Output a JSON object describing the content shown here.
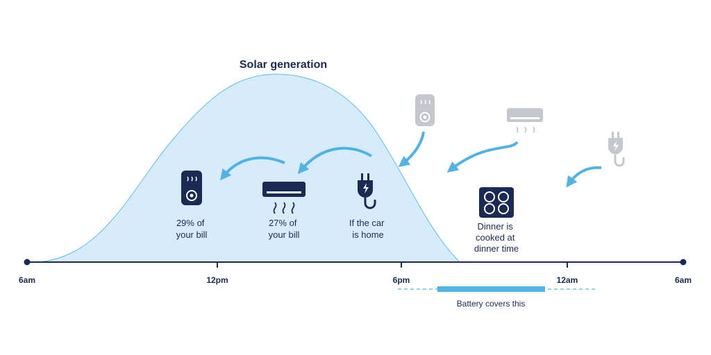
{
  "title": "Solar generation",
  "time_axis": {
    "ticks": [
      "6am",
      "12pm",
      "6pm",
      "12am",
      "6am"
    ]
  },
  "solar_shown_appliances": [
    {
      "icon": "water-heater-icon",
      "caption_lines": [
        "29% of",
        "your bill"
      ]
    },
    {
      "icon": "air-conditioner-icon",
      "caption_lines": [
        "27% of",
        "your bill"
      ]
    },
    {
      "icon": "ev-charger-plug-icon",
      "caption_lines": [
        "If the car",
        "is home"
      ]
    }
  ],
  "evening_appliance": {
    "icon": "cooktop-icon",
    "caption_lines": [
      "Dinner is",
      "cooked at",
      "dinner time"
    ]
  },
  "faded_appliances": [
    "water-heater-icon",
    "air-conditioner-icon",
    "ev-charger-plug-icon"
  ],
  "battery": {
    "label": "Battery covers this"
  },
  "colors": {
    "navy": "#1b2a55",
    "solar_fill": "#d6ecfa",
    "solar_stroke": "#5bbbe9",
    "arrow": "#4fb3e8",
    "battery_bar": "#4fb3e8",
    "faded_icon": "#c4c7cd"
  }
}
